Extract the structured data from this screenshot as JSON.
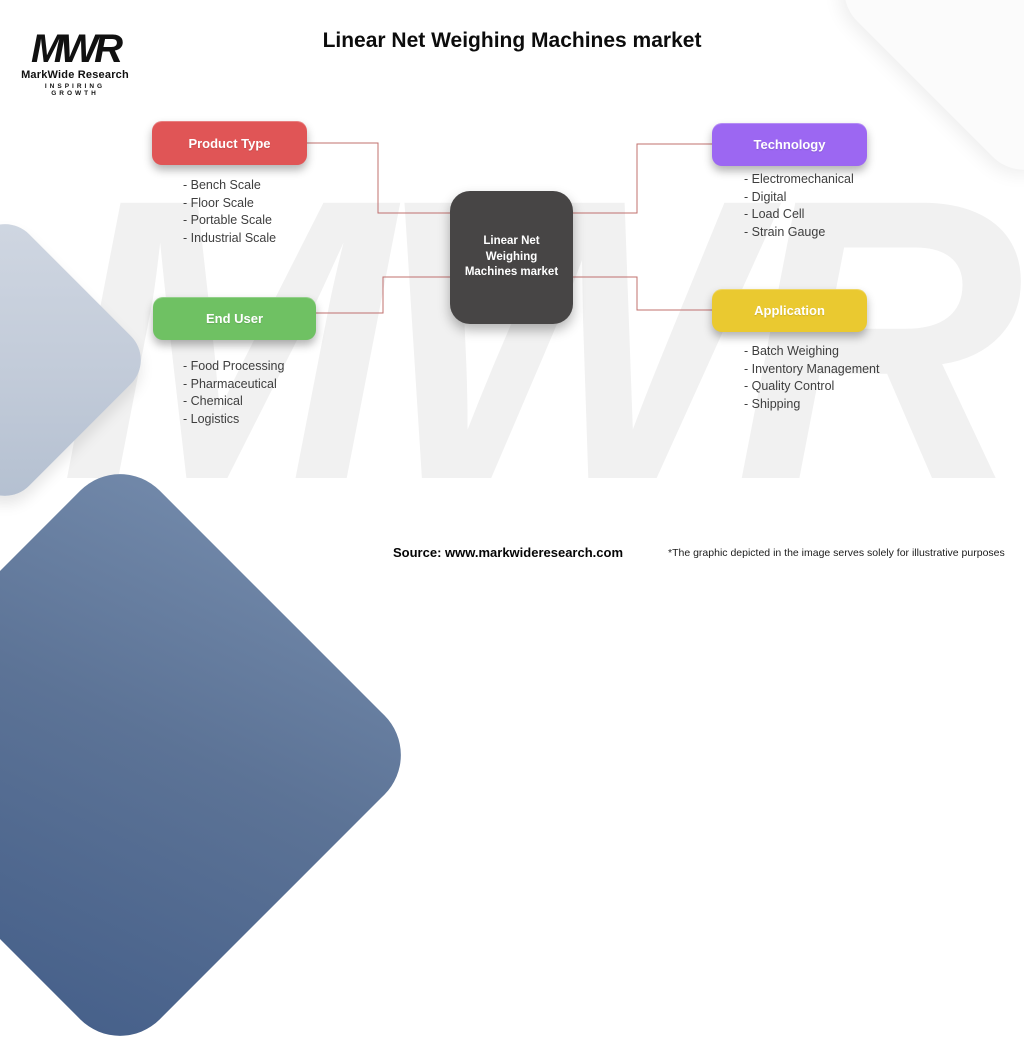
{
  "title": "Linear Net Weighing Machines market",
  "logo": {
    "acronym": "MWR",
    "name": "MarkWide Research",
    "tagline": "Inspiring Growth"
  },
  "watermark": "MWR",
  "center_node": {
    "label": "Linear Net Weighing Machines market",
    "color": "#474545"
  },
  "connector_color": "#c0706e",
  "categories": [
    {
      "label": "Product Type",
      "color": "#E05556",
      "items": [
        "- Bench Scale",
        "- Floor Scale",
        "- Portable Scale",
        "- Industrial Scale"
      ]
    },
    {
      "label": "Technology",
      "color": "#9C67F2",
      "items": [
        "- Electromechanical",
        "- Digital",
        "- Load Cell",
        "- Strain Gauge"
      ]
    },
    {
      "label": "End User",
      "color": "#6FC163",
      "items": [
        "- Food Processing",
        "- Pharmaceutical",
        "- Chemical",
        "- Logistics"
      ]
    },
    {
      "label": "Application",
      "color": "#EAC930",
      "items": [
        "- Batch Weighing",
        "- Inventory Management",
        "- Quality Control",
        "- Shipping"
      ]
    }
  ],
  "footer": {
    "source": "Source: www.markwideresearch.com",
    "disclaimer": "*The graphic depicted in the image serves solely for illustrative purposes"
  }
}
